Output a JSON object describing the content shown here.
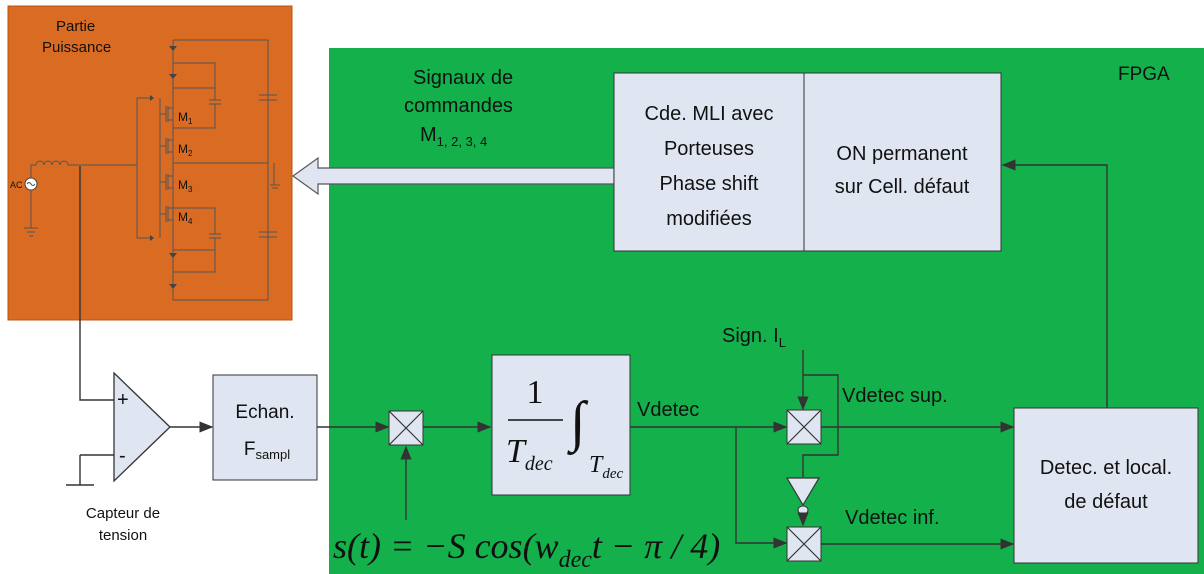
{
  "fpga": {
    "label": "FPGA",
    "color": "#14b04b"
  },
  "power": {
    "title_line1": "Partie",
    "title_line2": "Puissance",
    "color": "#d96b22",
    "source_label": "AC",
    "switches": [
      "M",
      "M",
      "M",
      "M"
    ],
    "switch_subs": [
      "1",
      "2",
      "3",
      "4"
    ]
  },
  "signals": {
    "line1": "Signaux de",
    "line2": "commandes",
    "m_label": "M",
    "m_sub": "1, 2, 3, 4"
  },
  "mli_block": {
    "lines": [
      "Cde. MLI avec",
      "Porteuses",
      "Phase shift",
      "modifiées"
    ]
  },
  "on_block": {
    "lines": [
      "ON permanent",
      "sur Cell. défaut"
    ]
  },
  "echan": {
    "line1": "Echan.",
    "f_label": "F",
    "f_sub": "sampl"
  },
  "integrator": {
    "numerator": "1",
    "denom_T": "T",
    "denom_sub": "dec",
    "lim_T": "T",
    "lim_sub": "dec"
  },
  "wires": {
    "vdetec": "Vdetec",
    "vdetec_sup": "Vdetec sup.",
    "vdetec_inf": "Vdetec inf.",
    "sign_il": "Sign. I",
    "sign_il_sub": "L"
  },
  "detec_block": {
    "line1": "Detec. et local.",
    "line2": "de défaut"
  },
  "capteur": {
    "line1": "Capteur de",
    "line2": "tension"
  },
  "opamp": {
    "plus": "+",
    "minus": "-"
  },
  "equation": {
    "text": "s(t) = −S cos(w",
    "sub": "dec",
    "tail": "t − π / 4)"
  },
  "colors": {
    "block_fill": "#dfe5f1",
    "arrow_fill": "#dfe5f1"
  }
}
